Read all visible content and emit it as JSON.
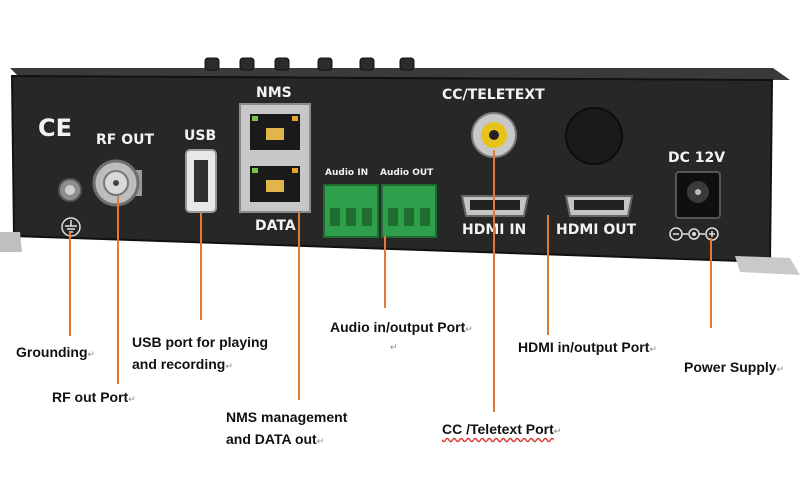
{
  "panel_labels": {
    "ce": "CE",
    "rf_out": "RF OUT",
    "usb": "USB",
    "nms": "NMS",
    "data": "DATA",
    "audio_in": "Audio IN",
    "audio_out": "Audio OUT",
    "cc_teletext": "CC/TELETEXT",
    "hdmi_in": "HDMI IN",
    "hdmi_out": "HDMI OUT",
    "dc_12v": "DC 12V"
  },
  "callouts": {
    "grounding": "Grounding",
    "rf_out_port": "RF out Port",
    "usb_port_line1": "USB port for playing",
    "usb_port_line2": "and recording",
    "nms_line1": "NMS management",
    "nms_line2": "and DATA out",
    "audio_port": "Audio in/output Port",
    "cc_port": "CC /Teletext Port",
    "hdmi_port": "HDMI in/output  Port",
    "power_supply": "Power Supply"
  },
  "colors": {
    "chassis": "#262626",
    "leader_line": "#e07a35",
    "terminal_green": "#2e9e4a",
    "rca_yellow": "#e6c21a"
  },
  "icons": [
    "ground-symbol-icon",
    "dc-polarity-icon"
  ]
}
